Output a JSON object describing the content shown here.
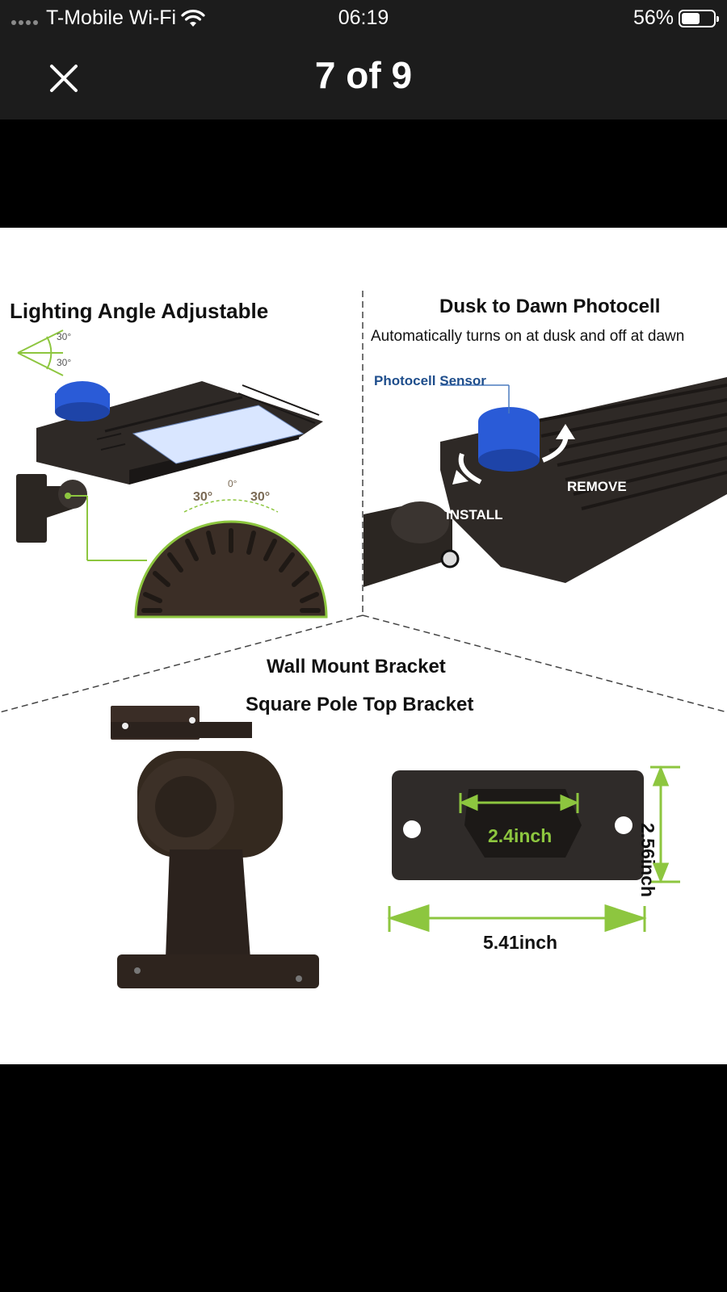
{
  "status_bar": {
    "carrier": "T-Mobile Wi-Fi",
    "time": "06:19",
    "battery": "56%",
    "battery_level": 0.56
  },
  "nav": {
    "title": "7 of 9",
    "close_icon": "close-icon"
  },
  "product_image": {
    "lighting_angle": {
      "heading": "Lighting Angle Adjustable",
      "angle_top": "30°",
      "angle_bottom": "30°",
      "dial_left": "30°",
      "dial_center": "0°",
      "dial_right": "30°"
    },
    "photocell": {
      "heading": "Dusk to Dawn Photocell",
      "subtitle": "Automatically turns on at dusk and off at dawn",
      "sensor_label": "Photocell Sensor",
      "install_label": "INSTALL",
      "remove_label": "REMOVE"
    },
    "brackets": {
      "wall_mount_label": "Wall Mount Bracket",
      "pole_top_label": "Square Pole Top Bracket",
      "inner_width": "2.4inch",
      "height": "2.56inch",
      "outer_width": "5.41inch"
    },
    "colors": {
      "accent_green": "#8dc63f",
      "sensor_blue": "#2a5bd7",
      "fixture_dark": "#2b2622"
    }
  }
}
